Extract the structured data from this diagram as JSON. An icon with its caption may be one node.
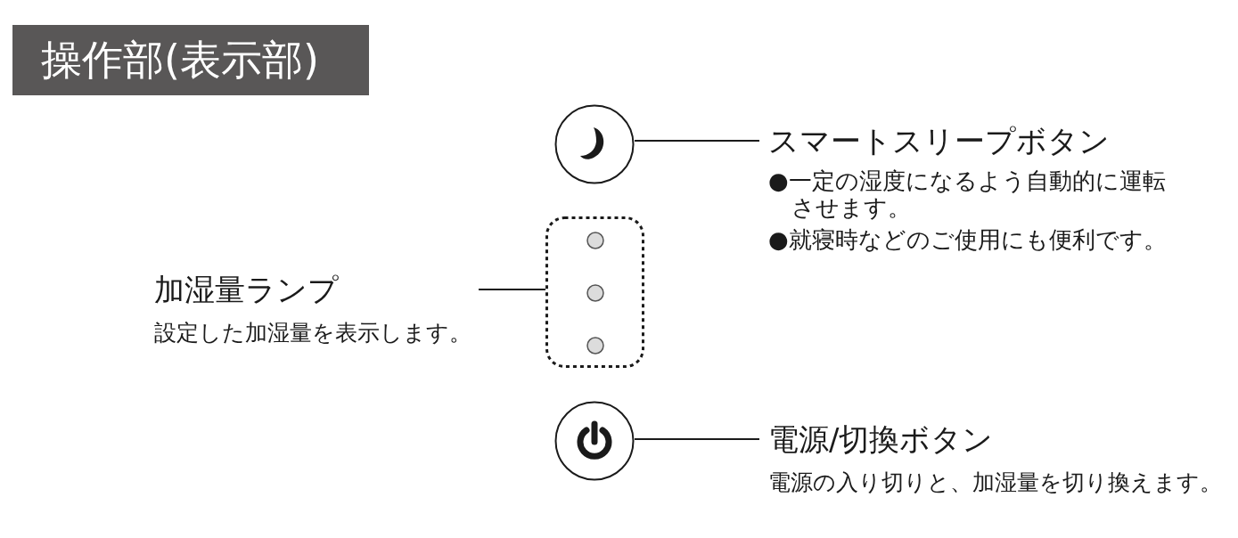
{
  "diagram": {
    "title": "操作部(表示部)",
    "nodes": [
      {
        "text": [],
        "shape": "circle"
      },
      {
        "text": [
          "スマートスリープボタン",
          "●一定の湿度になるよう自動的に運転させます。",
          "●就寝時などのご使用にも便利です。"
        ]
      },
      {
        "text": [
          "加湿量ランプ",
          "設定した加湿量を表示します。"
        ]
      },
      {
        "text": [],
        "shape": "box"
      },
      {
        "text": [],
        "shape": "circle"
      },
      {
        "text": [
          "電源/切換ボタン",
          "電源の入り切りと、加湿量を切り換えます。"
        ]
      }
    ],
    "edges": [
      {
        "from": 0,
        "to": 1,
        "arrow": "none"
      },
      {
        "from": 2,
        "to": 3,
        "arrow": "none"
      },
      {
        "from": 4,
        "to": 5,
        "arrow": "none"
      }
    ]
  }
}
